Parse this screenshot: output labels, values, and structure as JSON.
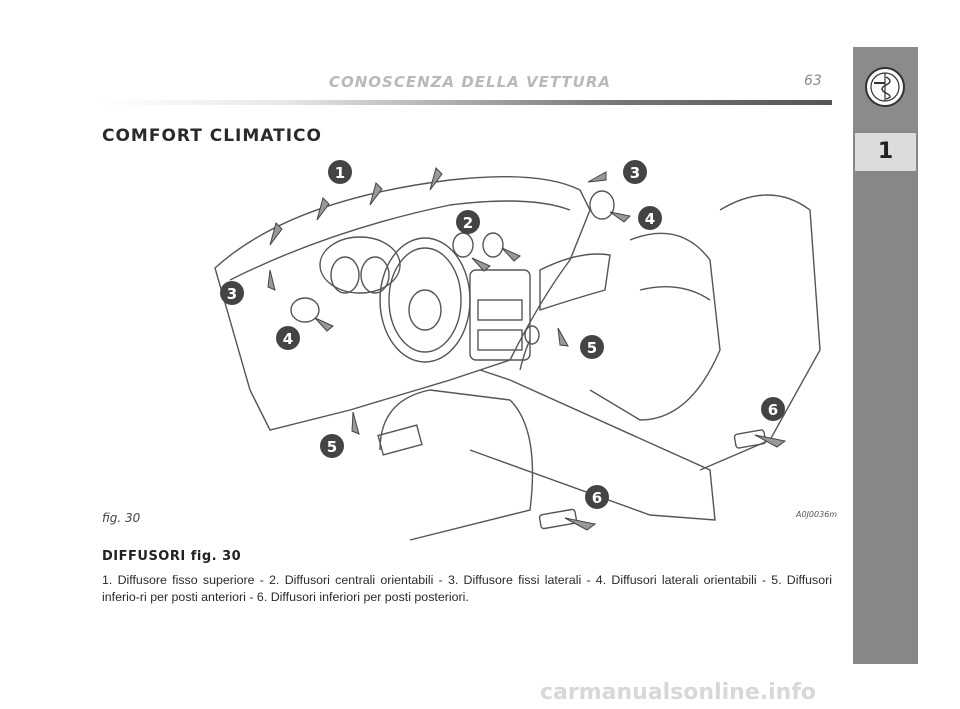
{
  "header": {
    "title": "CONOSCENZA DELLA VETTURA",
    "page_number": "63"
  },
  "section": {
    "title": "COMFORT CLIMATICO"
  },
  "sidebar": {
    "chapter": "1"
  },
  "figure": {
    "caption": "fig. 30",
    "code": "A0J0036m",
    "callouts": [
      "1",
      "2",
      "3",
      "3",
      "4",
      "4",
      "5",
      "5",
      "6",
      "6"
    ]
  },
  "content": {
    "subtitle": "DIFFUSORI fig. 30",
    "text": "1. Diffusore fisso superiore - 2. Diffusori centrali orientabili - 3. Diffusore fissi laterali - 4. Diffusori laterali orientabili - 5. Diffusori inferio-ri per posti anteriori - 6. Diffusori inferiori per posti posteriori."
  },
  "watermark": "carmanualsonline.info",
  "colors": {
    "strip": "#878787",
    "chapter_bg": "#dcdcdc",
    "title": "#b9b9b9"
  }
}
